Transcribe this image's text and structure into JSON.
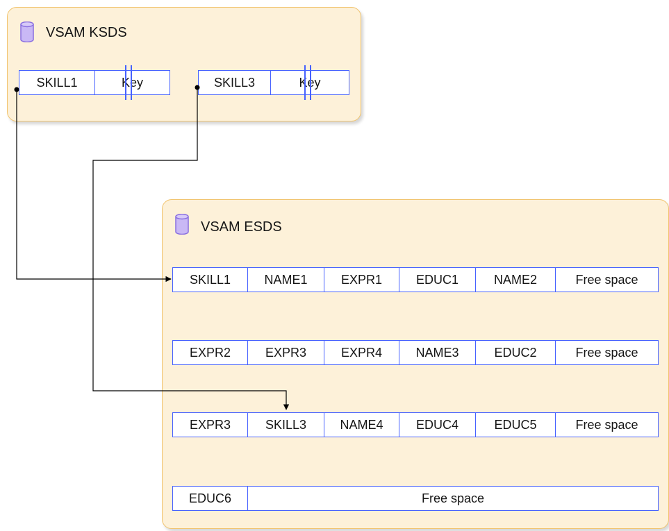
{
  "ksds": {
    "title": "VSAM KSDS",
    "icon": "database-icon",
    "entries": [
      {
        "skill": "SKILL1",
        "key": "Key"
      },
      {
        "skill": "SKILL3",
        "key": "Key"
      }
    ]
  },
  "esds": {
    "title": "VSAM ESDS",
    "icon": "database-icon",
    "records": [
      [
        "SKILL1",
        "NAME1",
        "EXPR1",
        "EDUC1",
        "NAME2",
        "Free space"
      ],
      [
        "EXPR2",
        "EXPR3",
        "EXPR4",
        "NAME3",
        "EDUC2",
        "Free space"
      ],
      [
        "EXPR3",
        "SKILL3",
        "NAME4",
        "EDUC4",
        "EDUC5",
        "Free space"
      ],
      [
        "EDUC6",
        "Free space"
      ]
    ]
  },
  "colors": {
    "panel_fill": "#fdf1d9",
    "panel_border": "#f1c36d",
    "record_border": "#4661ff",
    "icon_fill": "#c9b8f5",
    "icon_stroke": "#8a6fe0",
    "connector": "#000000"
  }
}
